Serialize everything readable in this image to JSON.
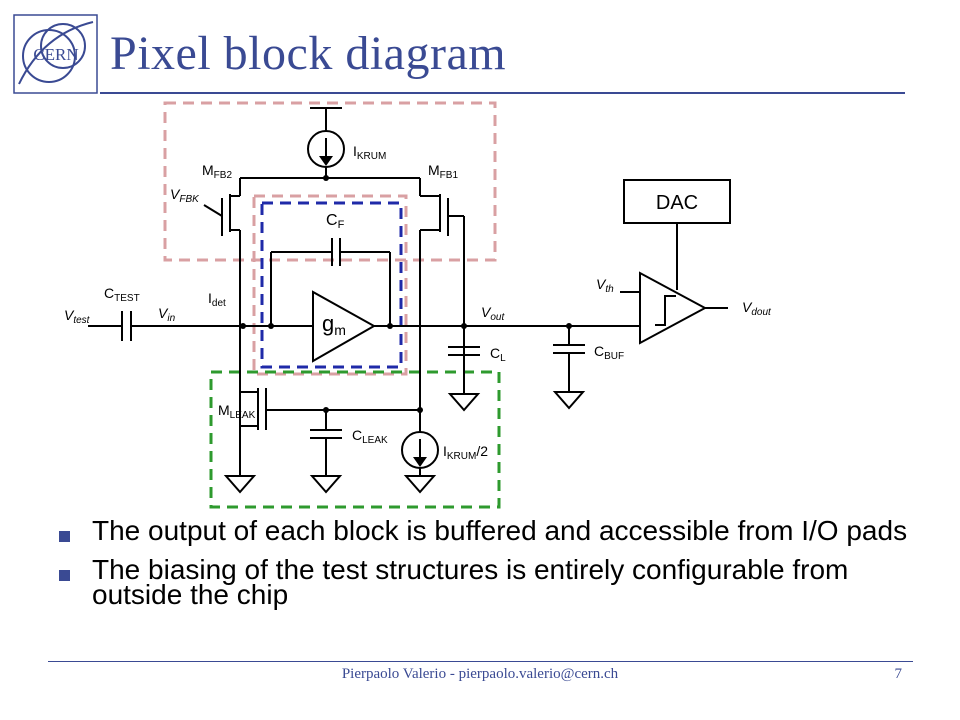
{
  "logo": {
    "text": "CERN",
    "color": "#3a4a93"
  },
  "title": "Pixel block diagram",
  "diagram": {
    "labels": {
      "ikrum": "I",
      "ikrum_sub": "KRUM",
      "mfb2": "M",
      "mfb2_sub": "FB2",
      "mfb1": "M",
      "mfb1_sub": "FB1",
      "vfbk": "V",
      "vfbk_sub": "FBK",
      "cf": "C",
      "cf_sub": "F",
      "ctest": "C",
      "ctest_sub": "TEST",
      "vtest": "V",
      "vtest_sub": "test",
      "vin": "V",
      "vin_sub": "in",
      "idet": "I",
      "idet_sub": "det",
      "gm": "g",
      "gm_sub": "m",
      "vout": "V",
      "vout_sub": "out",
      "cl": "C",
      "cl_sub": "L",
      "cbuf": "C",
      "cbuf_sub": "BUF",
      "vth": "V",
      "vth_sub": "th",
      "vdout": "V",
      "vdout_sub": "dout",
      "dac": "DAC",
      "mleak": "M",
      "mleak_sub": "LEAK",
      "cleak": "C",
      "cleak_sub": "LEAK",
      "ikrum2": "I",
      "ikrum2_sub": "KRUM",
      "ikrum2_suffix": "/2"
    },
    "colors": {
      "pink_box": "#d9a0a3",
      "blue_box": "#1f2aa8",
      "green_box": "#2e9a2e"
    }
  },
  "bullets": [
    "The output of each block is buffered and accessible from I/O pads",
    "The biasing of the test structures is entirely configurable from outside the chip"
  ],
  "footer": {
    "text": "Pierpaolo Valerio - pierpaolo.valerio@cern.ch",
    "page": "7"
  }
}
